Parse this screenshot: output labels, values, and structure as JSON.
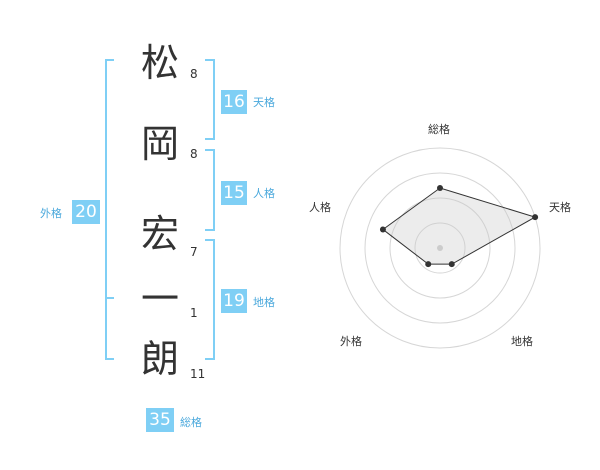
{
  "name": {
    "characters": [
      {
        "char": "松",
        "strokes": "8"
      },
      {
        "char": "岡",
        "strokes": "8"
      },
      {
        "char": "宏",
        "strokes": "7"
      },
      {
        "char": "一",
        "strokes": "1"
      },
      {
        "char": "朗",
        "strokes": "11"
      }
    ]
  },
  "fortunes": {
    "tenkaku": {
      "value": "16",
      "label": "天格"
    },
    "jinkaku": {
      "value": "15",
      "label": "人格"
    },
    "chikaku": {
      "value": "19",
      "label": "地格"
    },
    "gaikaku": {
      "value": "20",
      "label": "外格"
    },
    "soukaku": {
      "value": "35",
      "label": "総格"
    }
  },
  "accent_color": "#7fcff5",
  "chart_data": {
    "type": "radar",
    "axes": [
      "総格",
      "天格",
      "地格",
      "外格",
      "人格"
    ],
    "values": [
      3,
      5,
      1,
      1,
      3
    ],
    "max": 5,
    "grid_rings": 4
  }
}
